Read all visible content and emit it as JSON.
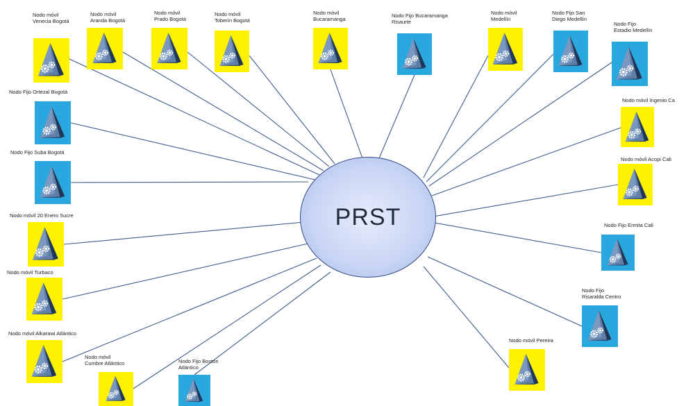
{
  "hub": {
    "label": "PRST"
  },
  "nodes": [
    {
      "id": "venecia",
      "type": "mobile",
      "label": "Nodo móvil\nVenecia Bogotá"
    },
    {
      "id": "aranda",
      "type": "mobile",
      "label": "Nodo móvil\nAranda Bogotá"
    },
    {
      "id": "prado",
      "type": "mobile",
      "label": "Nodo móvil\nPrado Bogotá"
    },
    {
      "id": "toberin",
      "type": "mobile",
      "label": "Nodo móvil\nToberín Bogotá"
    },
    {
      "id": "bucaramanga",
      "type": "mobile",
      "label": "Nodo móvil\nBucaramanga"
    },
    {
      "id": "bucaramanga-fijo",
      "type": "fixed",
      "label": "Nodo Fijo Bucaramanga\nRisaurte"
    },
    {
      "id": "medellin",
      "type": "mobile",
      "label": "Nodo móvil\nMedellín"
    },
    {
      "id": "sandiego",
      "type": "fixed",
      "label": "Nodo Fijo San\nDiego Medellín"
    },
    {
      "id": "estadio",
      "type": "fixed",
      "label": "Nodo Fijo\nEstadio Medellín"
    },
    {
      "id": "ortezal",
      "type": "fixed",
      "label": "Nodo Fijo Ortezal Bogotá"
    },
    {
      "id": "suba",
      "type": "fixed",
      "label": "Nodo Fijo Suba Bogotá"
    },
    {
      "id": "sucre",
      "type": "mobile",
      "label": "Nodo móvil 20 Enero Sucre"
    },
    {
      "id": "turbaco",
      "type": "mobile",
      "label": "Nodo móvil Turbaco"
    },
    {
      "id": "alkarawi",
      "type": "mobile",
      "label": "Nodo móvil Alkarawi Atlántico"
    },
    {
      "id": "cumbre",
      "type": "mobile",
      "label": "Nodo móvil\nCumbre Atlántico"
    },
    {
      "id": "boston",
      "type": "fixed",
      "label": "Nodo Fijo Boston\nAtlántico"
    },
    {
      "id": "ingenio",
      "type": "mobile",
      "label": "Nodo móvil Ingenio Ca"
    },
    {
      "id": "acopi",
      "type": "mobile",
      "label": "Nodo móvil Acopi Cali"
    },
    {
      "id": "ermita",
      "type": "fixed",
      "label": "Nodo Fijo Ermita Cali"
    },
    {
      "id": "risaralda",
      "type": "fixed",
      "label": "Nodo Fijo\nRisaralda Centro"
    },
    {
      "id": "pereira",
      "type": "mobile",
      "label": "Nodo móvil Pereira"
    }
  ],
  "colors": {
    "mobile_bg": "#fff200",
    "fixed_bg": "#29a8e0",
    "link": "#3d5a8a",
    "hub_border": "#2f4a86"
  },
  "icon": "network-node-gears-icon"
}
